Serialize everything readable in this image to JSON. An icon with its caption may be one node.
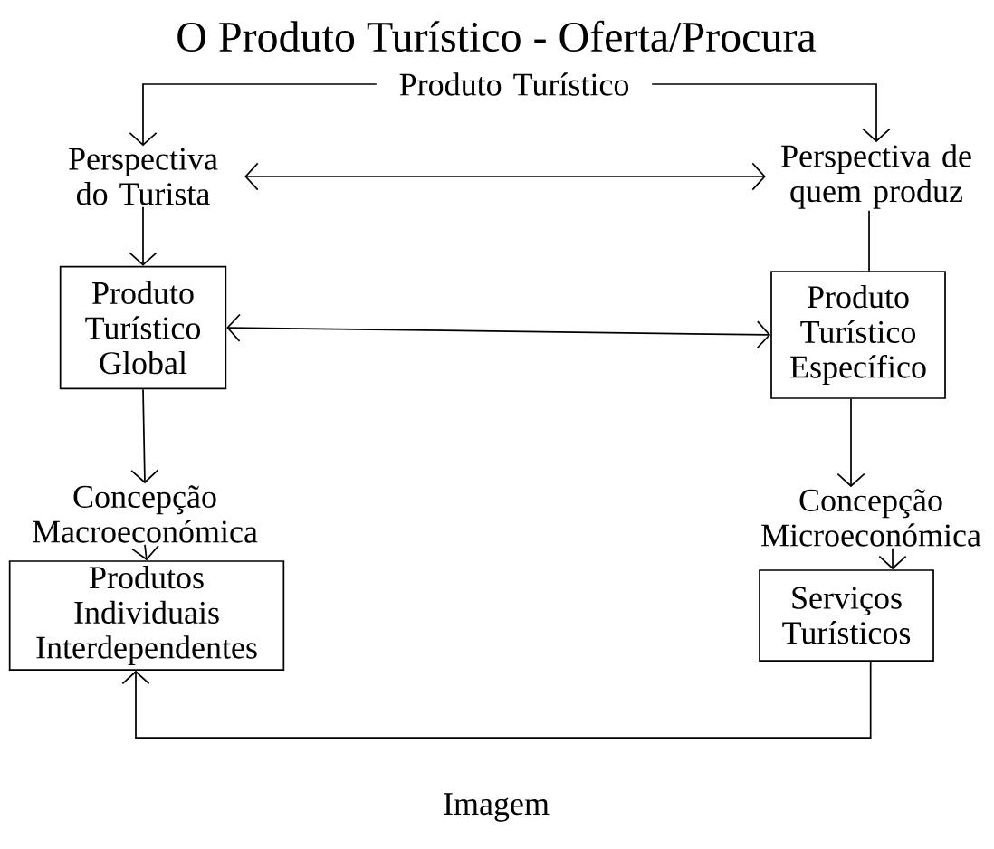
{
  "diagram": {
    "title": "O Produto Turístico - Oferta/Procura",
    "nodes": [
      {
        "text": [
          "Produto Turístico"
        ]
      },
      {
        "text": [
          "Perspectiva do Turista"
        ]
      },
      {
        "text": [
          "Perspectiva de quem produz"
        ]
      },
      {
        "text": [
          "Produto Turístico Global"
        ]
      },
      {
        "text": [
          "Produto Turístico Específico"
        ]
      },
      {
        "text": [
          "Concepção Macroeconómica"
        ]
      },
      {
        "text": [
          "Concepção Microeconómica"
        ]
      },
      {
        "text": [
          "Produtos Individuais Interdependentes"
        ]
      },
      {
        "text": [
          "Serviços Turísticos"
        ]
      }
    ],
    "edges": [
      {
        "from": 0,
        "to": 1,
        "arrow": "to"
      },
      {
        "from": 0,
        "to": 2,
        "arrow": "to"
      },
      {
        "from": 1,
        "to": 2,
        "arrow": "both"
      },
      {
        "from": 1,
        "to": 3,
        "arrow": "to"
      },
      {
        "from": 2,
        "to": 4,
        "arrow": "none"
      },
      {
        "from": 3,
        "to": 4,
        "arrow": "both"
      },
      {
        "from": 3,
        "to": 5,
        "arrow": "to"
      },
      {
        "from": 4,
        "to": 6,
        "arrow": "to"
      },
      {
        "from": 5,
        "to": 7,
        "arrow": "to"
      },
      {
        "from": 6,
        "to": 8,
        "arrow": "to"
      },
      {
        "from": 8,
        "to": 7,
        "arrow": "to",
        "label": "Imagem"
      }
    ]
  }
}
